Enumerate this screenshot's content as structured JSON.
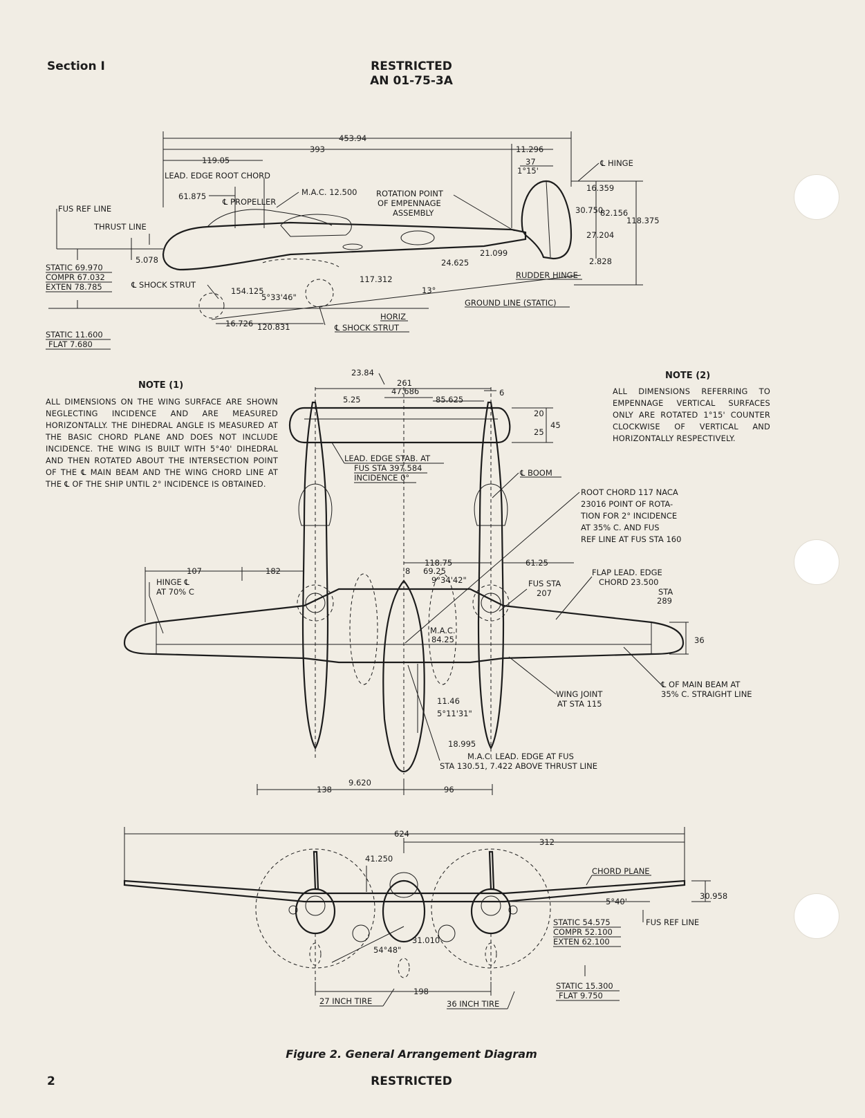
{
  "header": {
    "section": "Section I",
    "restricted": "RESTRICTED",
    "doc_number": "AN 01-75-3A"
  },
  "side_view_labels": {
    "overall_length": "453.94",
    "length_393": "393",
    "prop_dim": "119.05",
    "tail_dim": "11.296",
    "dim_37": "37",
    "angle_1_15": "1°15'",
    "hinge": "℄ HINGE",
    "lead_edge_root_chord": "LEAD. EDGE ROOT CHORD",
    "dim_61_875": "61.875",
    "propeller": "℄ PROPELLER",
    "mac": "M.A.C. 12.500",
    "rotation_point_1": "ROTATION POINT",
    "rotation_point_2": "OF EMPENNAGE",
    "rotation_point_3": "ASSEMBLY",
    "dim_16_359": "16.359",
    "dim_30_750": "30.750",
    "dim_82_156": "82.156",
    "dim_118_375": "118.375",
    "dim_27_204": "27.204",
    "dim_2_828": "2.828",
    "fus_ref_line": "FUS REF LINE",
    "thrust_line": "THRUST LINE",
    "dim_5_078": "5.078",
    "dim_21_099": "21.099",
    "dim_24_625": "24.625",
    "rudder_hinge": "RUDDER HINGE",
    "static": "STATIC  69.970",
    "compr": "COMPR  67.032",
    "exten": "EXTEN  78.785",
    "shock_strut_1": "℄ SHOCK STRUT",
    "dim_154_125": "154.125",
    "angle_5_33": "5°33'46\"",
    "dim_117_312": "117.312",
    "angle_13": "13°",
    "ground_line": "GROUND LINE (STATIC)",
    "horiz": "HORIZ",
    "shock_strut_2": "℄ SHOCK STRUT",
    "dim_16_726": "16.726",
    "dim_120_831": "120.831",
    "static_2": "STATIC  11.600",
    "flat_2": "FLAT    7.680"
  },
  "note1": {
    "title": "NOTE (1)",
    "body": "All dimensions on the wing surface are shown neglecting incidence and are measured horizontally. The dihedral angle is measured at the basic chord plane and does not include incidence. The wing is built with 5°40' dihedral and then rotated about the intersection point of the ℄ main beam and the wing chord line at the ℄ of the ship until 2° incidence is obtained."
  },
  "note2": {
    "title": "NOTE (2)",
    "body": "All dimensions referring to empennage vertical surfaces only are rotated 1°15' counter clockwise of vertical and horizontally respectively."
  },
  "plan_view_labels": {
    "dim_23_84": "23.84",
    "dim_261": "261",
    "dim_47_686": "47.686",
    "dim_5_25": "5.25",
    "dim_85_625": "85.625",
    "dim_6": "6",
    "dim_20": "20",
    "dim_45": "45",
    "dim_25": "25",
    "lead_edge_stab_1": "LEAD. EDGE STAB. AT",
    "lead_edge_stab_2": "FUS STA 397.584",
    "lead_edge_stab_3": "INCIDENCE 0°",
    "boom": "℄ BOOM",
    "root_chord_1": "ROOT CHORD 117 NACA",
    "root_chord_2": "23016 POINT OF ROTA-",
    "root_chord_3": "TION FOR 2° INCIDENCE",
    "root_chord_4": "AT 35% C. AND FUS",
    "root_chord_5": "REF LINE AT FUS STA 160",
    "dim_107": "107",
    "dim_182": "182",
    "dim_118_75": "118.75",
    "dim_8": "8",
    "dim_69_25": "69.25",
    "angle_9_34": "9°34'42\"",
    "dim_61_25": "61.25",
    "hinge_1": "HINGE ℄",
    "hinge_2": "AT 70% C",
    "fus_sta_1": "FUS STA",
    "fus_sta_2": "207",
    "flap_1": "FLAP LEAD. EDGE",
    "flap_2": "CHORD 23.500",
    "sta_1": "STA",
    "sta_2": "289",
    "mac_1": "M.A.C.",
    "mac_2": "84.25",
    "dim_36": "36",
    "main_beam_1": "℄ OF MAIN BEAM AT",
    "main_beam_2": "35% C. STRAIGHT LINE",
    "wing_joint_1": "WING JOINT",
    "wing_joint_2": "AT STA 115",
    "dim_11_46": "11.46",
    "angle_5_11": "5°11'31\"",
    "dim_18_995": "18.995",
    "mac_lead_1": "M.A.C. LEAD. EDGE AT FUS",
    "mac_lead_2": "STA 130.51, 7.422 ABOVE THRUST LINE",
    "dim_9_620": "9.620",
    "dim_138": "138",
    "dim_96": "96"
  },
  "front_view_labels": {
    "dim_624": "624",
    "dim_312": "312",
    "dim_41_250": "41.250",
    "chord_plane": "CHORD PLANE",
    "dim_30_958": "30.958",
    "angle_5_40": "5°40'",
    "fus_ref_line": "FUS REF LINE",
    "static": "STATIC  54.575",
    "compr": "COMPR  52.100",
    "exten": "EXTEN  62.100",
    "dim_31_010": "31.010",
    "angle_54_48": "54°48\"",
    "static_2": "STATIC 15.300",
    "flat_2": "FLAT    9.750",
    "tire_27": "27 INCH TIRE",
    "dim_198": "198",
    "tire_36": "36 INCH TIRE"
  },
  "footer": {
    "caption": "Figure 2.   General Arrangement Diagram",
    "page_number": "2",
    "restricted": "RESTRICTED"
  }
}
